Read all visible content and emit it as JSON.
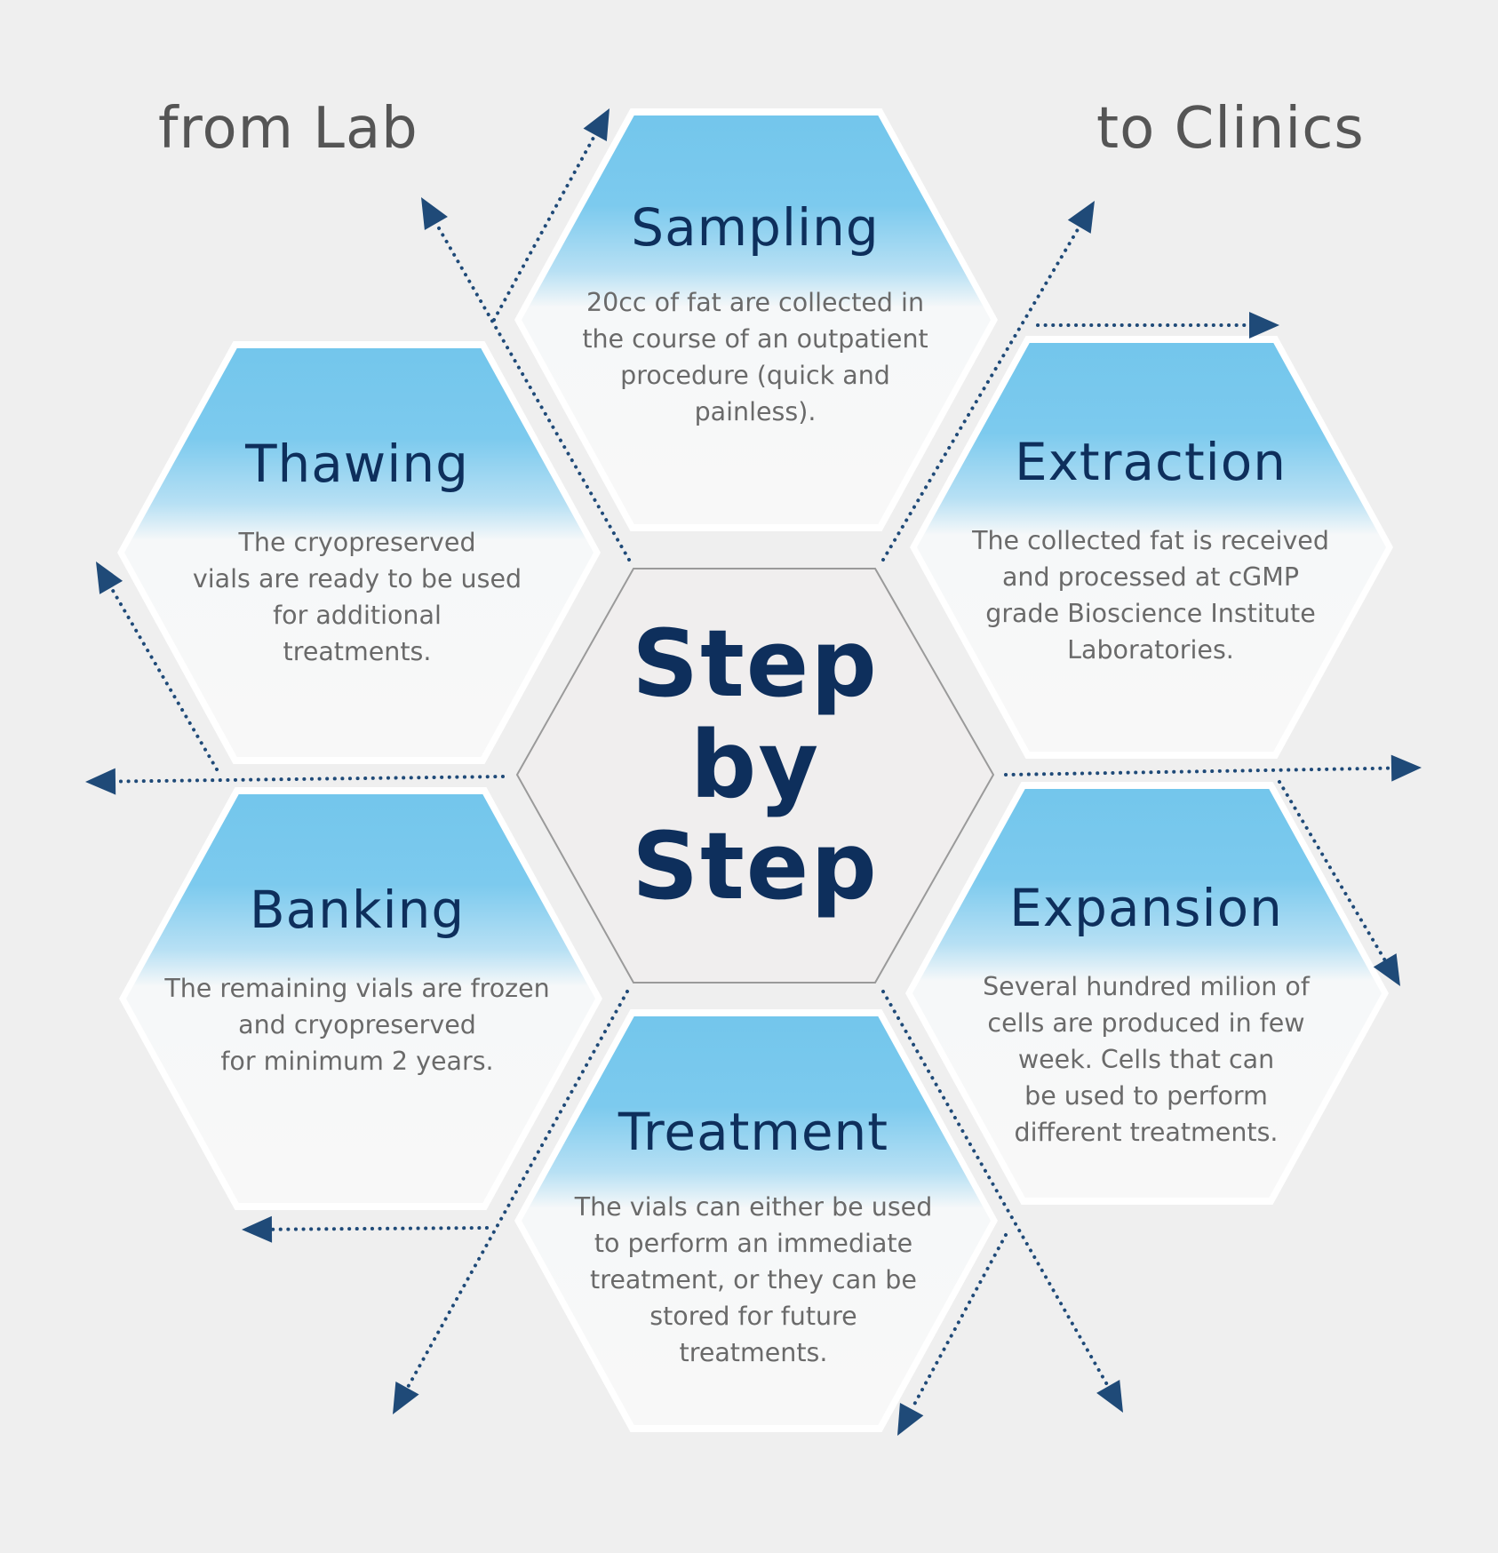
{
  "header": {
    "left_label": "from Lab",
    "right_label": "to Clinics"
  },
  "center": {
    "title": "Step\nby\nStep"
  },
  "colors": {
    "background": "#efefef",
    "hex_gradient_top": "#73c6ec",
    "hex_body": "#f8f8f8",
    "title_color": "#0e2f5c",
    "description_color": "#6a6a6a",
    "arrow_color": "#1f4a78",
    "center_fill": "#f0eeee"
  },
  "steps": [
    {
      "id": "sampling",
      "title": "Sampling",
      "description": "20cc of fat are collected in\nthe course of an outpatient\nprocedure (quick and\npainless)."
    },
    {
      "id": "extraction",
      "title": "Extraction",
      "description": "The collected fat is received\nand processed at cGMP\ngrade Bioscience Institute\nLaboratories."
    },
    {
      "id": "expansion",
      "title": "Expansion",
      "description": "Several hundred milion of\ncells are produced in few\nweek. Cells that can\nbe used to perform\ndifferent treatments."
    },
    {
      "id": "treatment",
      "title": "Treatment",
      "description": "The vials can either be used\nto perform an immediate\ntreatment, or they can be\nstored for future\ntreatments."
    },
    {
      "id": "banking",
      "title": "Banking",
      "description": "The remaining vials are frozen\nand cryopreserved\nfor minimum 2 years."
    },
    {
      "id": "thawing",
      "title": "Thawing",
      "description": "The cryopreserved\nvials are ready to be used\nfor additional\ntreatments."
    }
  ]
}
